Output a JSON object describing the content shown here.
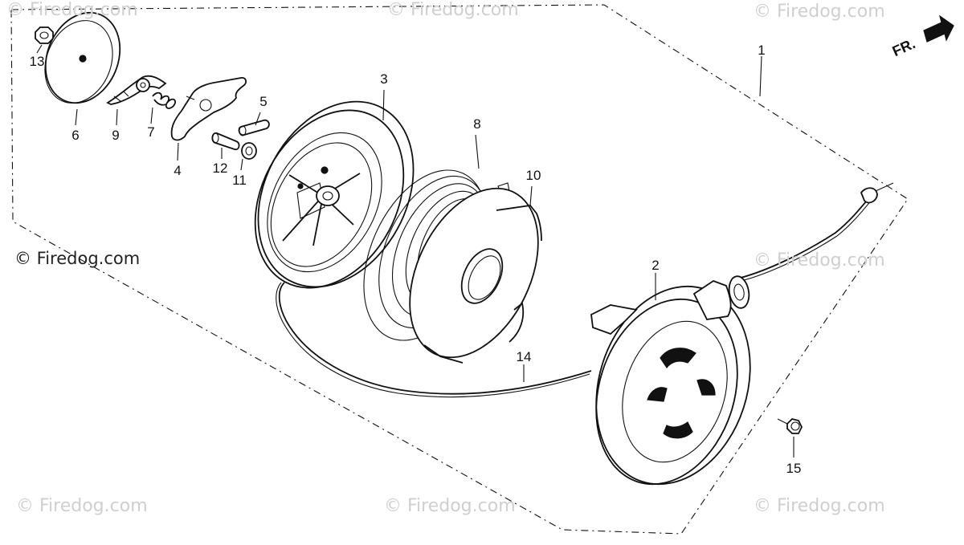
{
  "watermarks": {
    "w1": "© Firedog.com",
    "w2": "© Firedog.com",
    "w3": "© Firedog.com",
    "w4": "© Firedog.com",
    "w5": "© Firedog.com",
    "w6": "© Firedog.com",
    "w7": "© Firedog.com",
    "w8": "© Firedog.com"
  },
  "direction_marker": "FR.",
  "callouts": {
    "c1": "1",
    "c2": "2",
    "c3": "3",
    "c4": "4",
    "c5": "5",
    "c6": "6",
    "c7": "7",
    "c8": "8",
    "c9": "9",
    "c10": "10",
    "c11": "11",
    "c12": "12",
    "c13": "13",
    "c14": "14",
    "c15": "15"
  }
}
